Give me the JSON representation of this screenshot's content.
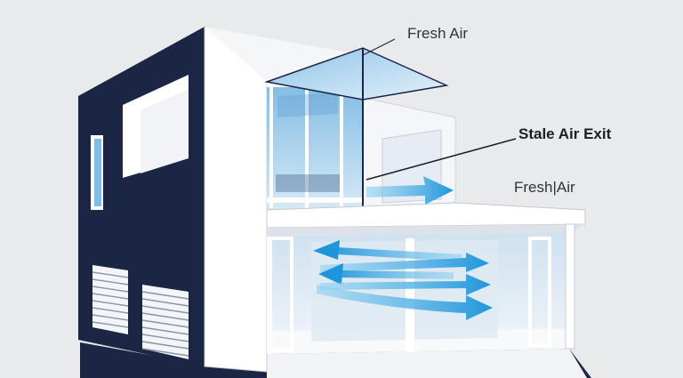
{
  "labels": {
    "fresh_air_top": "Fresh Air",
    "stale_air_exit": "Stale Air Exit",
    "fresh_air_right": "Fresh|Air"
  },
  "colors": {
    "background": "#e9eaec",
    "wall_dark": "#1b2645",
    "wall_white": "#ffffff",
    "glass_blue": "#9cc9e8",
    "arrow_blue": "#3ba6de"
  }
}
